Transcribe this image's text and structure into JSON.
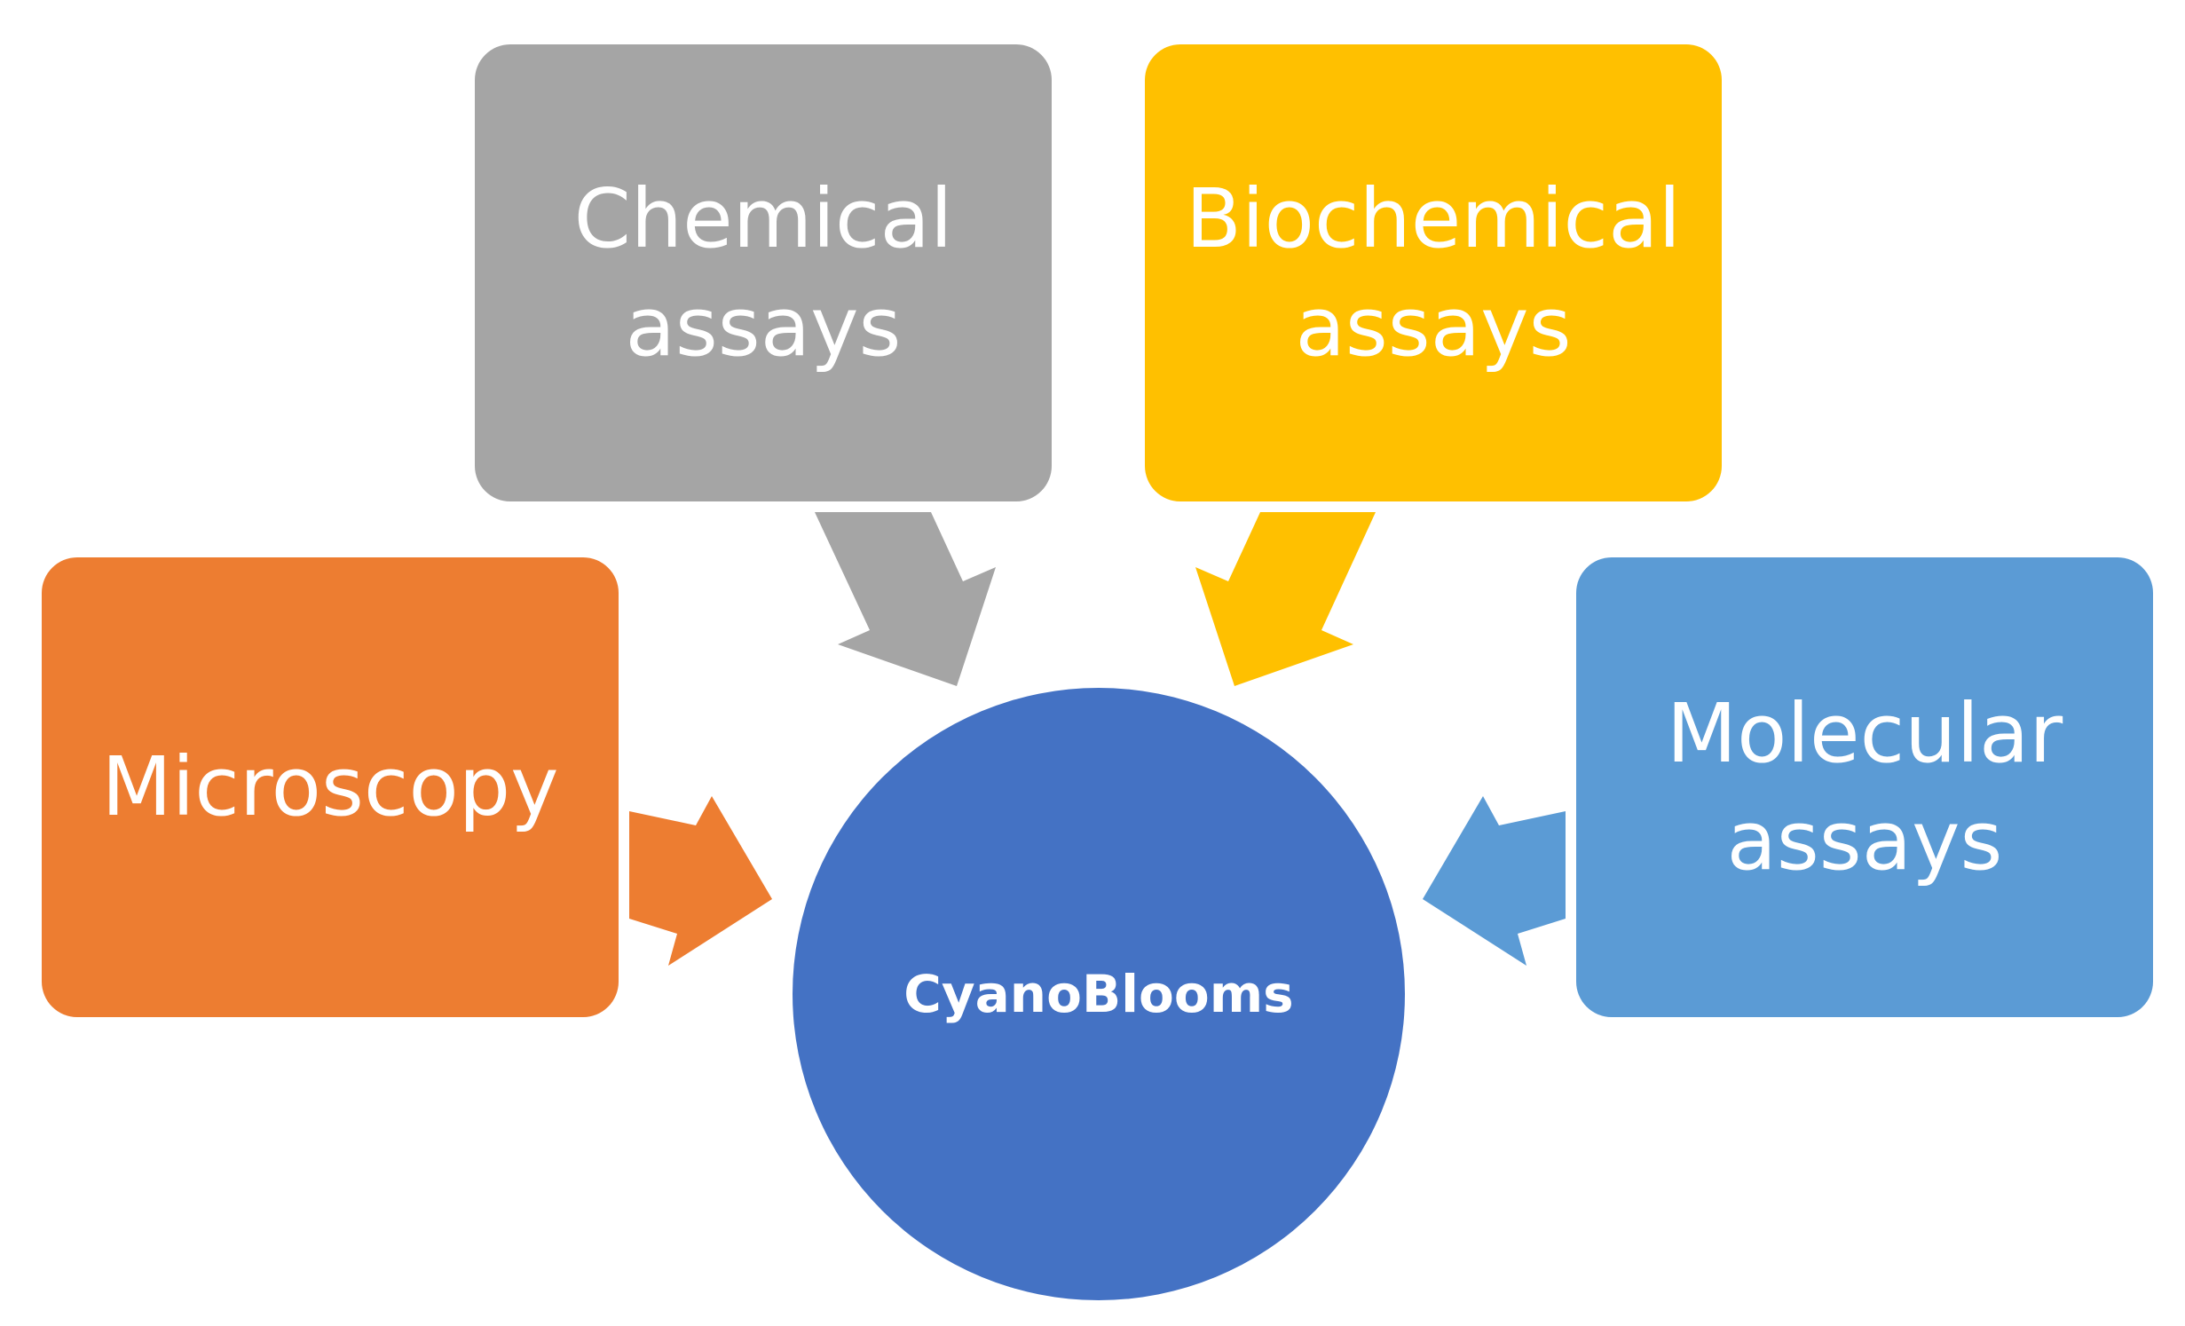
{
  "diagram": {
    "center": {
      "label": "CyanoBlooms",
      "color": "#4472C4"
    },
    "nodes": [
      {
        "id": "chemical",
        "label": "Chemical\nassays",
        "color": "#A5A5A5"
      },
      {
        "id": "biochemical",
        "label": "Biochemical\nassays",
        "color": "#FFC000"
      },
      {
        "id": "microscopy",
        "label": "Microscopy",
        "color": "#ED7D31"
      },
      {
        "id": "molecular",
        "label": "Molecular\nassays",
        "color": "#5B9BD5"
      }
    ]
  }
}
